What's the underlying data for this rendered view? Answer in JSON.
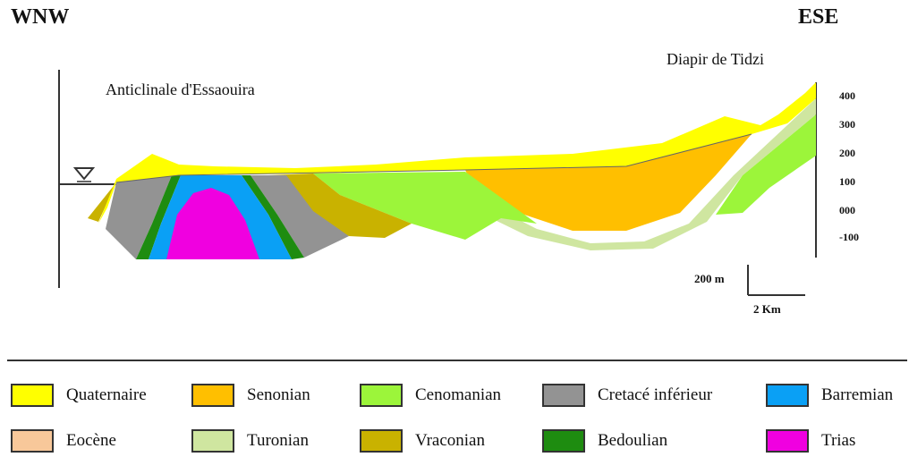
{
  "header": {
    "left_direction": "WNW",
    "right_direction": "ESE",
    "diapir_label": "Diapir de Tidzi",
    "anticline_label": "Anticlinale d'Essaouira"
  },
  "axis": {
    "ticks": [
      "400",
      "300",
      "200",
      "100",
      "000",
      "-100"
    ]
  },
  "scale": {
    "vertical": "200 m",
    "horizontal": "2 Km"
  },
  "legend": [
    {
      "label": "Quaternaire",
      "color": "#ffff00"
    },
    {
      "label": "Senonian",
      "color": "#ffbf00"
    },
    {
      "label": "Cenomanian",
      "color": "#9cf53a"
    },
    {
      "label": "Cretacé inférieur",
      "color": "#939393"
    },
    {
      "label": "Barremian",
      "color": "#0aa0f5"
    },
    {
      "label": "Eocène",
      "color": "#f8c89a"
    },
    {
      "label": "Turonian",
      "color": "#cfe6a0"
    },
    {
      "label": "Vraconian",
      "color": "#c9b200"
    },
    {
      "label": "Bedoulian",
      "color": "#1e8c10"
    },
    {
      "label": "Trias",
      "color": "#f000e0"
    }
  ]
}
